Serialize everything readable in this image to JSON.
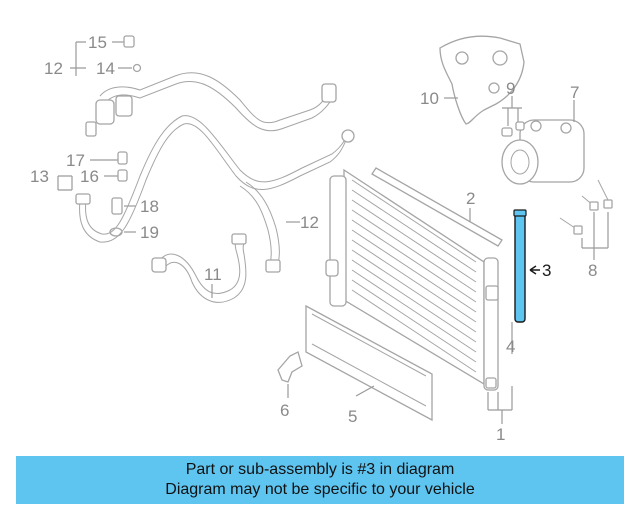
{
  "callouts": {
    "c1": "1",
    "c2": "2",
    "c3": "3",
    "c4": "4",
    "c5": "5",
    "c6": "6",
    "c7": "7",
    "c8": "8",
    "c9": "9",
    "c10": "10",
    "c11": "11",
    "c12a": "12",
    "c12b": "12",
    "c13": "13",
    "c14": "14",
    "c15": "15",
    "c16": "16",
    "c17": "17",
    "c18": "18",
    "c19": "19"
  },
  "highlight": {
    "part": "3",
    "color": "#5ec4f0"
  },
  "banner": {
    "line1": "Part or sub-assembly is #3 in diagram",
    "line2": "Diagram may not be specific to your vehicle",
    "color": "#5ec4f0"
  }
}
